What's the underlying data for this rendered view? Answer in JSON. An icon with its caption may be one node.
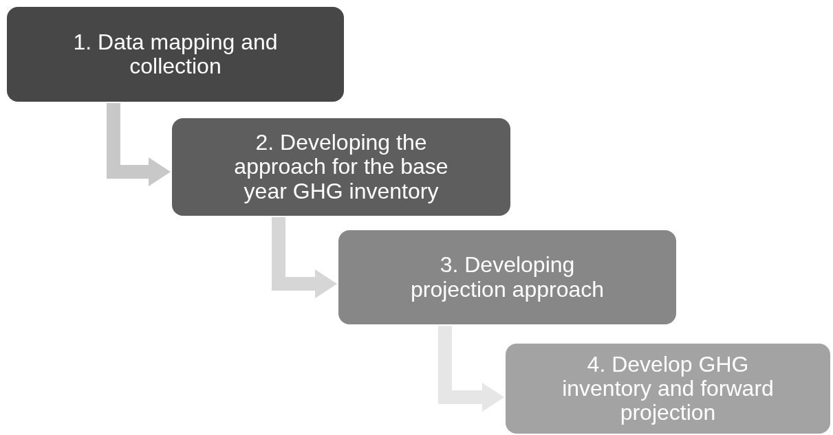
{
  "diagram": {
    "nodes": [
      {
        "text": [
          "1. Data mapping and collection"
        ]
      },
      {
        "text": [
          "2. Developing the approach for the base year GHG inventory"
        ]
      },
      {
        "text": [
          "3. Developing projection approach"
        ]
      },
      {
        "text": [
          "4. Develop GHG inventory and forward projection"
        ]
      }
    ],
    "edges": [
      {
        "from": 0,
        "to": 1,
        "arrow": "to",
        "color": "#c8c8c8"
      },
      {
        "from": 1,
        "to": 2,
        "arrow": "to",
        "color": "#d6d6d6"
      },
      {
        "from": 2,
        "to": 3,
        "arrow": "to",
        "color": "#e6e6e6"
      }
    ]
  }
}
